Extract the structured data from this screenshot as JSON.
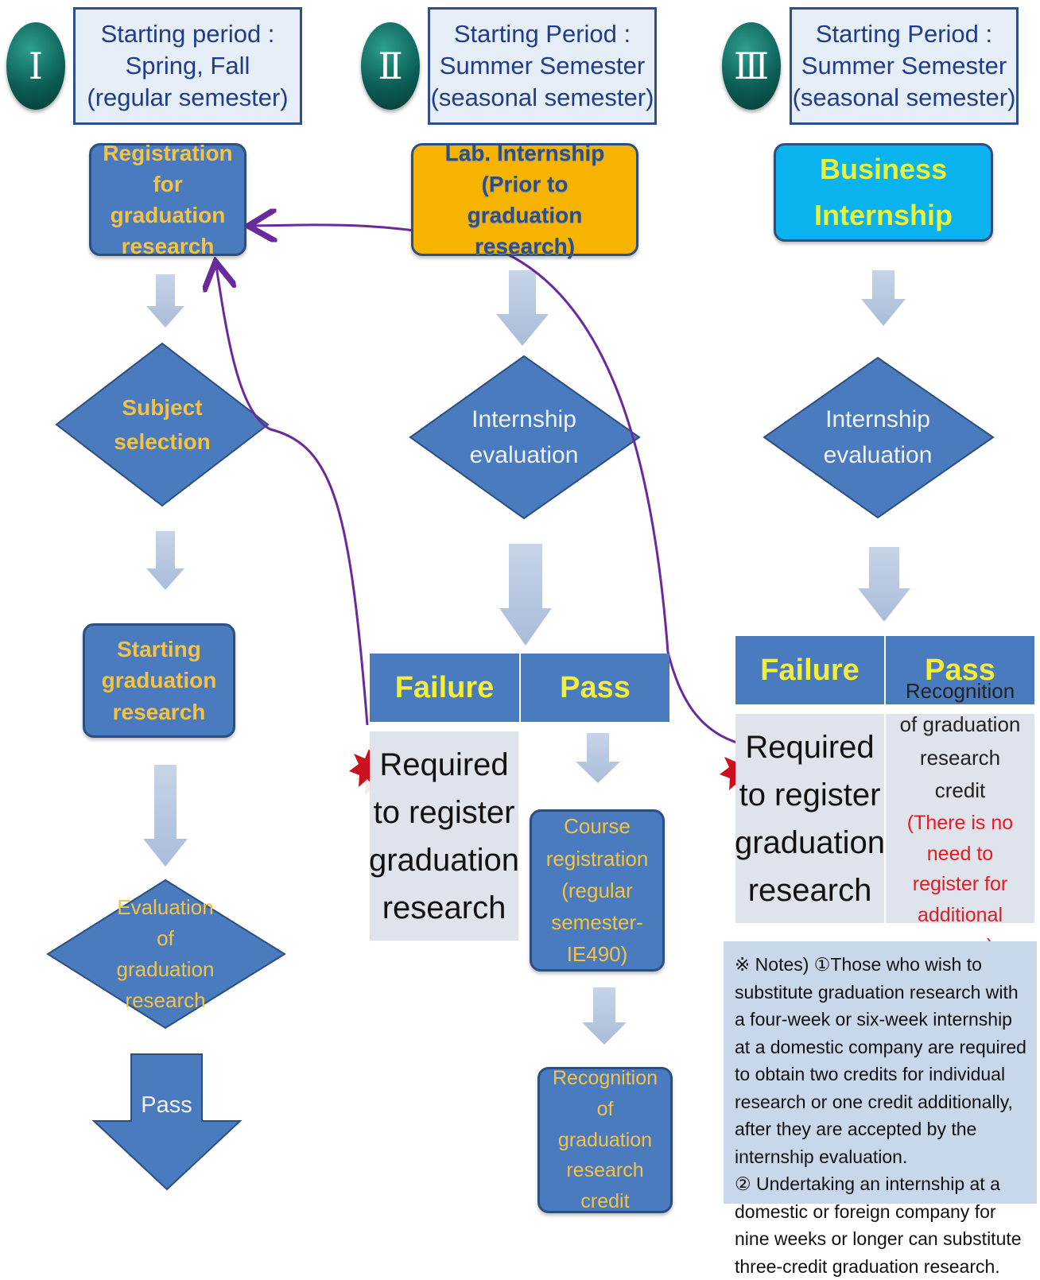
{
  "columns": [
    {
      "numeral": "Ⅰ",
      "period": [
        "Starting period :",
        "Spring, Fall",
        "(regular semester)"
      ]
    },
    {
      "numeral": "Ⅱ",
      "period": [
        "Starting Period :",
        "Summer Semester",
        "(seasonal semester)"
      ]
    },
    {
      "numeral": "Ⅲ",
      "period": [
        "Starting Period :",
        "Summer Semester",
        "(seasonal semester)"
      ]
    }
  ],
  "col1": {
    "registration": "Registration for graduation research",
    "subject": "Subject selection",
    "starting": "Starting graduation research",
    "evaluation": "Evaluation of graduation research",
    "pass": "Pass"
  },
  "col2": {
    "lab": "Lab. Internship (Prior to graduation research)",
    "evaluation": "Internship evaluation",
    "failure": "Failure",
    "pass": "Pass",
    "failure_text": "Required to register graduation research",
    "course": "Course registration (regular semester- IE490)",
    "recognition": "Recognition of graduation research credit"
  },
  "col3": {
    "business": "Business Internship",
    "evaluation": "Internship evaluation",
    "failure": "Failure",
    "pass": "Pass",
    "failure_text": "Required to register graduation research",
    "pass_text": "Recognition of graduation research credit",
    "pass_note": "(There is no need to register for additional course)"
  },
  "notes": {
    "line1": "※ Notes) ①Those who wish to substitute graduation research with a four-week or six-week internship at a domestic company are required to obtain two credits for individual research or one credit additionally, after they are accepted by the internship evaluation.",
    "line2": "② Undertaking an internship at a domestic or foreign company for nine weeks or longer can substitute three-credit graduation research."
  },
  "colors": {
    "box_blue": "#4a7bbf",
    "box_text_gold": "#f5c242",
    "lab_orange": "#f6b400",
    "business_cyan": "#0ab2ee",
    "header_text_yellow": "#f2ee3a",
    "loop_line_purple": "#6a2a9e",
    "star_red": "#cc1020",
    "arrow_light": "#b4c6e0",
    "note_red": "#e8191f"
  }
}
